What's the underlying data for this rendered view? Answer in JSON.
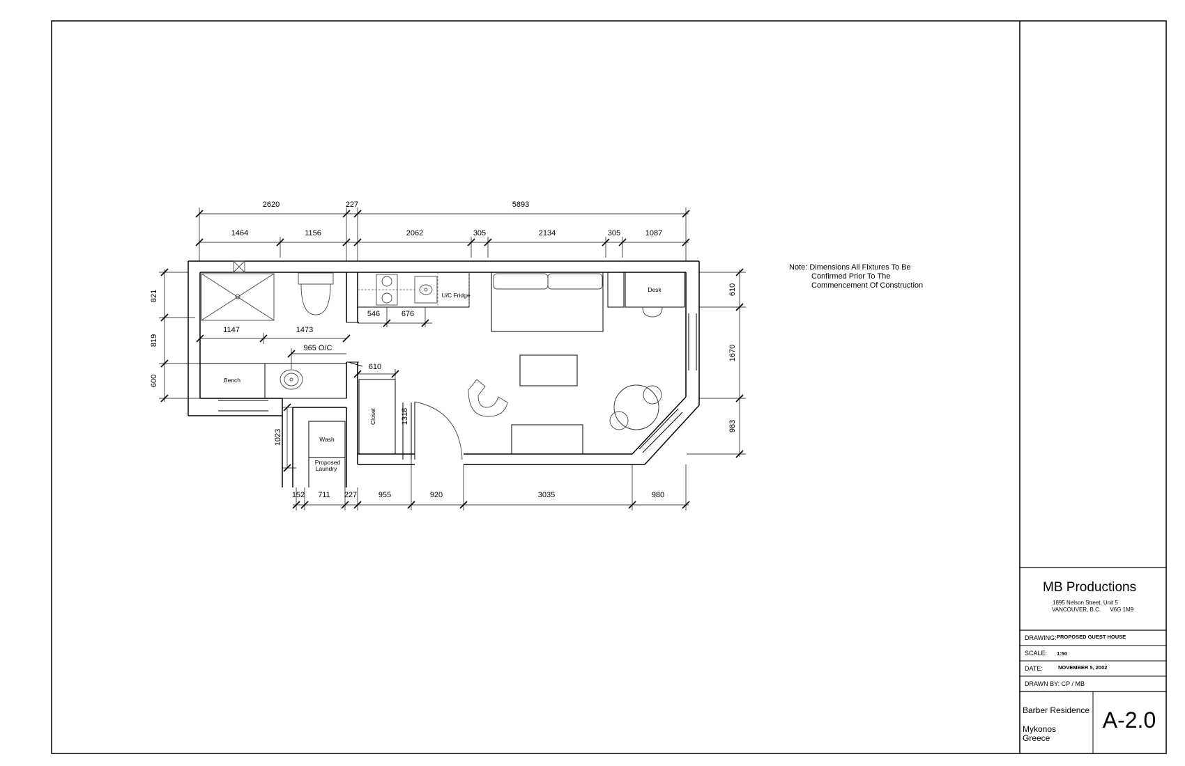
{
  "note": {
    "line1": "Note: Dimensions  All Fixtures To Be",
    "line2": "Confirmed Prior To The",
    "line3": "Commencement Of Construction"
  },
  "title_block": {
    "company": "MB Productions",
    "address_line1": "1895 Nelson Street, Unit 5",
    "address_line2": "VANCOUVER, B.C.      V6G 1M9",
    "drawing_label": "DRAWING:",
    "drawing_value": "PROPOSED GUEST HOUSE",
    "scale_label": "SCALE:",
    "scale_value": "1:50",
    "date_label": "DATE:",
    "date_value": "NOVEMBER 5, 2002",
    "drawn_by": "DRAWN BY: CP / MB",
    "project": "Barber Residence",
    "location1": "Mykonos",
    "location2": "Greece",
    "sheet_number": "A-2.0"
  },
  "plan": {
    "top_overall": [
      "2620",
      "227",
      "5893"
    ],
    "top_detail": [
      "1464",
      "1156",
      "2062",
      "305",
      "2134",
      "305",
      "1087"
    ],
    "left": [
      "821",
      "819",
      "600"
    ],
    "right": [
      "610",
      "1670",
      "983"
    ],
    "bottom": [
      "152",
      "711",
      "227",
      "955",
      "920",
      "3035",
      "980"
    ],
    "interior": {
      "d546": "546",
      "d676": "676",
      "d1147": "1147",
      "d1473": "1473",
      "d965": "965 O/C",
      "d610": "610",
      "d1318": "1318",
      "d1023": "1023"
    },
    "labels": {
      "fridge": "U/C Fridge",
      "desk": "Desk",
      "bench": "Bench",
      "closet": "Closet",
      "wash": "Wash",
      "laundry1": "Proposed",
      "laundry2": "Laundry"
    }
  }
}
